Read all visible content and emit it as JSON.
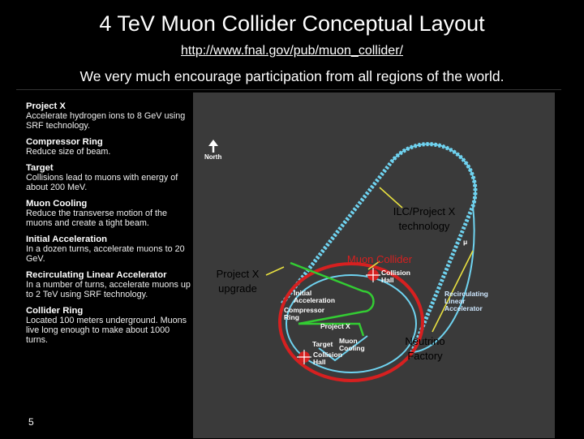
{
  "header": {
    "title": "4 TeV Muon Collider Conceptual Layout",
    "url": "http://www.fnal.gov/pub/muon_collider/",
    "subtitle": "We very much encourage participation from all regions of the world."
  },
  "legend": {
    "items": [
      {
        "heading": "Project X",
        "desc": "Accelerate hydrogen ions to 8 GeV using SRF technology."
      },
      {
        "heading": "Compressor Ring",
        "desc": "Reduce size of beam."
      },
      {
        "heading": "Target",
        "desc": "Collisions lead to muons with energy of about 200 MeV."
      },
      {
        "heading": "Muon Cooling",
        "desc": "Reduce the transverse motion of the muons and create a tight beam."
      },
      {
        "heading": "Initial Acceleration",
        "desc": "In a dozen turns, accelerate muons to 20 GeV."
      },
      {
        "heading": "Recirculating Linear Accelerator",
        "desc": "In a number of turns, accelerate muons up to 2 TeV using SRF technology."
      },
      {
        "heading": "Collider Ring",
        "desc": "Located 100 meters underground. Muons live long enough to make about 1000 turns."
      }
    ]
  },
  "map": {
    "north_label": "North",
    "labels": {
      "collision_hall_1": "Collision Hall",
      "collision_hall_2": "Collision Hall",
      "initial_acceleration": "Initial Acceleration",
      "compressor_ring": "Compressor Ring",
      "project_x": "Project X",
      "target": "Target",
      "muon_cooling": "Muon Cooling",
      "recirculating_linac": "Recirculating Linear Accelerator",
      "mu_symbol": "μ"
    },
    "callouts": {
      "ilc": "ILC/Project X technology",
      "muon_collider": "Muon Collider",
      "project_x_upgrade": "Project X upgrade",
      "neutrino_factory": "Neutrino Factory"
    },
    "colors": {
      "background": "#3a3a3a",
      "racetrack": "#6fd3f0",
      "collider_ring": "#d62020",
      "project_x_line": "#33cc33",
      "callout_line": "#e8e040"
    }
  },
  "footer": {
    "page_number": "5"
  }
}
